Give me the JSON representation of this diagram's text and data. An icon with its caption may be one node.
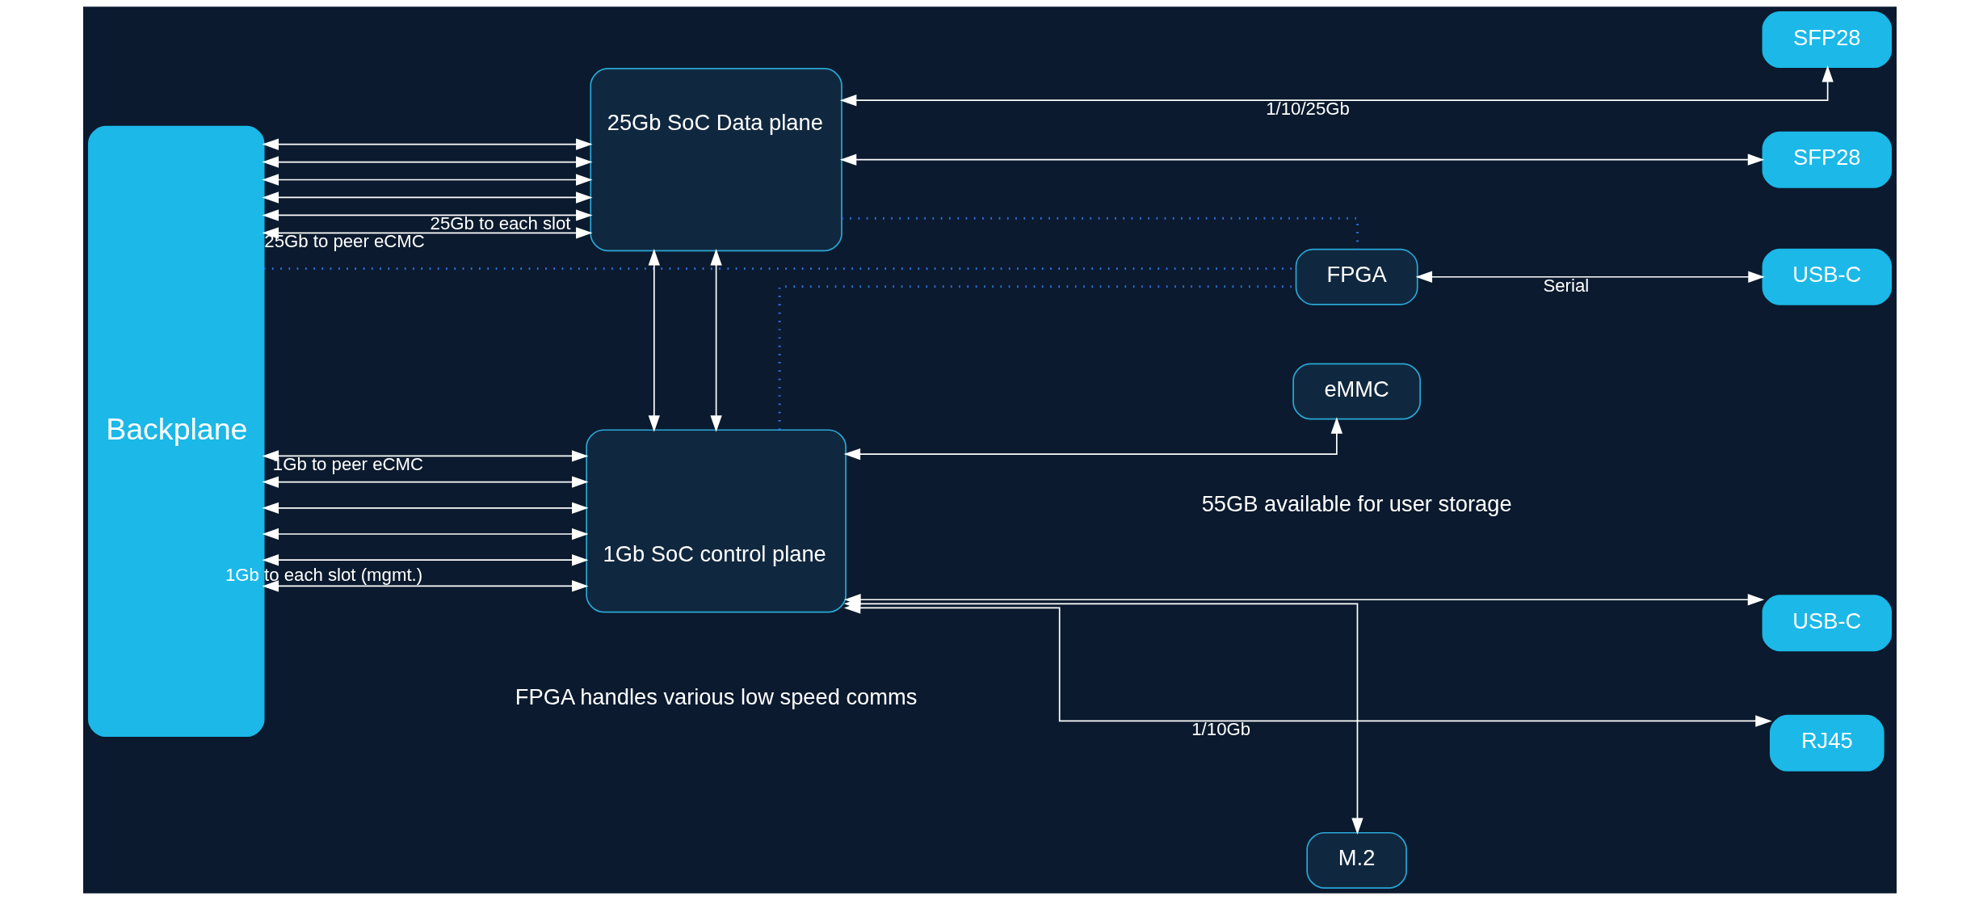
{
  "diagram": {
    "nodes": [
      {
        "text": [
          "Backplane"
        ]
      },
      {
        "text": [
          "25Gb SoC Data plane"
        ]
      },
      {
        "text": [
          "FPGA"
        ]
      },
      {
        "text": [
          "SFP28"
        ]
      },
      {
        "text": [
          "SFP28"
        ]
      },
      {
        "text": [
          "USB-C"
        ]
      },
      {
        "text": [
          "USB-C"
        ]
      },
      {
        "text": [
          "RJ45"
        ]
      },
      {
        "text": [
          "1Gb SoC control plane"
        ]
      },
      {
        "text": [
          "M.2"
        ]
      },
      {
        "text": [
          "eMMC"
        ],
        "beside": [
          "55GB available for user storage"
        ]
      }
    ],
    "edges": [
      {
        "from": 0,
        "to": 1,
        "arrow": "both",
        "label": "25Gb to peer eCMC"
      },
      {
        "from": 0,
        "to": 1,
        "arrow": "both",
        "label": "25Gb to each slot"
      },
      {
        "from": 0,
        "to": 1,
        "arrow": "both"
      },
      {
        "from": 0,
        "to": 1,
        "arrow": "both"
      },
      {
        "from": 0,
        "to": 1,
        "arrow": "both"
      },
      {
        "from": 0,
        "to": 1,
        "arrow": "both"
      },
      {
        "from": 1,
        "to": 3,
        "arrow": "both",
        "label": "1/10/25Gb"
      },
      {
        "from": 1,
        "to": 4,
        "arrow": "both"
      },
      {
        "from": 1,
        "to": 2,
        "arrow": "none",
        "style": "dashed",
        "color": "#2f6fe0"
      },
      {
        "from": 0,
        "to": 2,
        "arrow": "none",
        "style": "dashed",
        "color": "#2f6fe0"
      },
      {
        "from": 2,
        "to": 5,
        "arrow": "both",
        "label": "Serial"
      },
      {
        "from": 8,
        "to": 2,
        "arrow": "none",
        "style": "dashed",
        "color": "#2f6fe0"
      },
      {
        "from": 1,
        "to": 8,
        "arrow": "both"
      },
      {
        "from": 1,
        "to": 8,
        "arrow": "both"
      },
      {
        "from": 8,
        "to": 6,
        "arrow": "both"
      },
      {
        "from": 8,
        "to": 7,
        "arrow": "both",
        "label": "1/10Gb"
      },
      {
        "from": 8,
        "to": 9,
        "arrow": "both"
      },
      {
        "from": 8,
        "to": 10,
        "arrow": "both"
      },
      {
        "from": 0,
        "to": 8,
        "arrow": "both",
        "label": "1Gb to each slot (mgmt.)"
      },
      {
        "from": 0,
        "to": 8,
        "arrow": "both"
      },
      {
        "from": 0,
        "to": 8,
        "arrow": "both"
      },
      {
        "from": 0,
        "to": 8,
        "arrow": "both"
      },
      {
        "from": 0,
        "to": 8,
        "arrow": "both"
      },
      {
        "from": 0,
        "to": 8,
        "arrow": "both",
        "label": "1Gb to peer eCMC"
      }
    ],
    "labels": [
      "FPGA handles various low speed comms"
    ]
  }
}
